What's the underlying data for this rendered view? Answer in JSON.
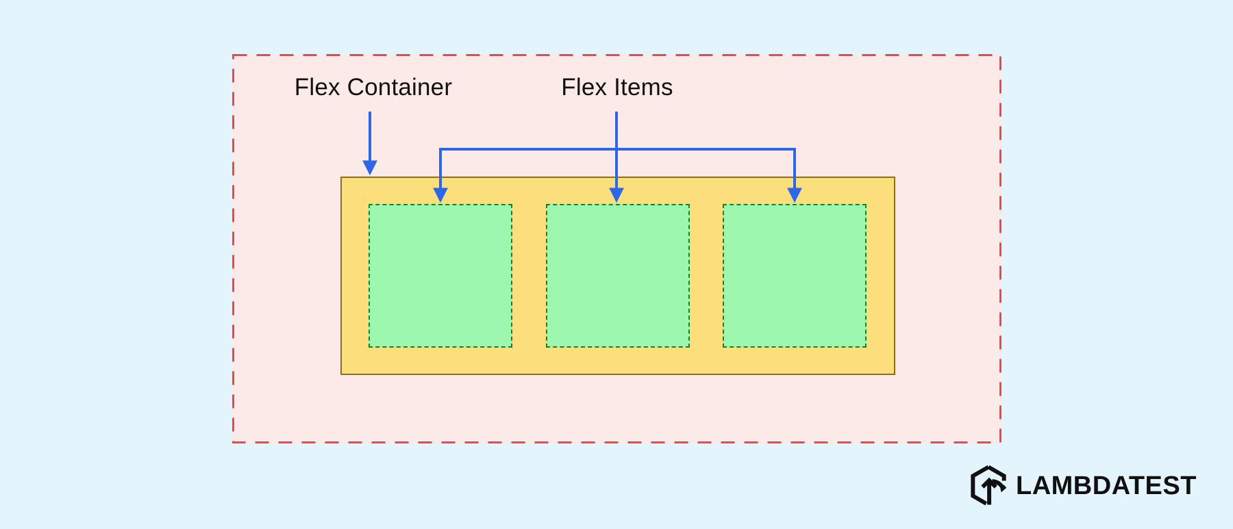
{
  "diagram": {
    "flex_container_label": "Flex Container",
    "flex_items_label": "Flex Items",
    "flex_items_count": 3
  },
  "branding": {
    "logo_text": "LAMBDATEST"
  },
  "colors": {
    "page_bg": "#E4F4FC",
    "outer_fill": "#FCEAE8",
    "outer_border": "#EF4747",
    "container_fill": "#FBDF7D",
    "container_border": "#8E6E1A",
    "item_fill": "#9DF7AF",
    "item_border": "#1E7E24",
    "arrow": "#2B67E8",
    "text": "#111111"
  }
}
